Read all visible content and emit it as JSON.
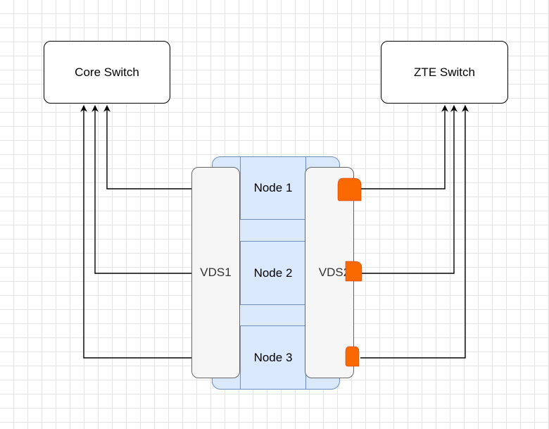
{
  "switches": {
    "core": "Core Switch",
    "zte": "ZTE Switch"
  },
  "nodes": [
    "Node 1",
    "Node 2",
    "Node 3"
  ],
  "vds": {
    "left": "VDS1",
    "right": "VDS2"
  },
  "colors": {
    "node_fill": "#dae8fc",
    "node_stroke": "#6c8ebf",
    "vds_fill": "#f5f5f5",
    "vds_stroke": "#666666",
    "port_fill": "#fa6800",
    "line": "#000000"
  }
}
